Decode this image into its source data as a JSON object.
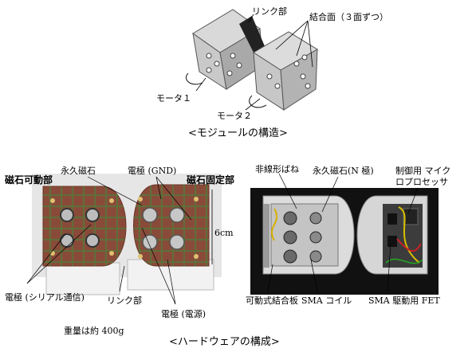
{
  "top": {
    "link": "リンク部",
    "faces": "結合面（３面ずつ）",
    "motor1": "モータ１",
    "motor2": "モータ２",
    "caption": "<モジュールの構造>"
  },
  "left_photo": {
    "magnet": "永久磁石",
    "gnd": "電極 (GND)",
    "movable": "磁石可動部",
    "fixed": "磁石固定部",
    "dim": "6cm",
    "serial": "電極 (シリアル通信)",
    "link": "リンク部",
    "power": "電極 (電源)",
    "weight": "重量は約 400g"
  },
  "right_photo": {
    "spring": "非線形ばね",
    "magnet_n": "永久磁石(N 極)",
    "mcu_line1": "制御用 マイク",
    "mcu_line2": "ロプロセッサ",
    "plate": "可動式結合板",
    "coil": "SMA コイル",
    "fet": "SMA 駆動用 FET"
  },
  "bottom_caption": "<ハードウェアの構成>"
}
